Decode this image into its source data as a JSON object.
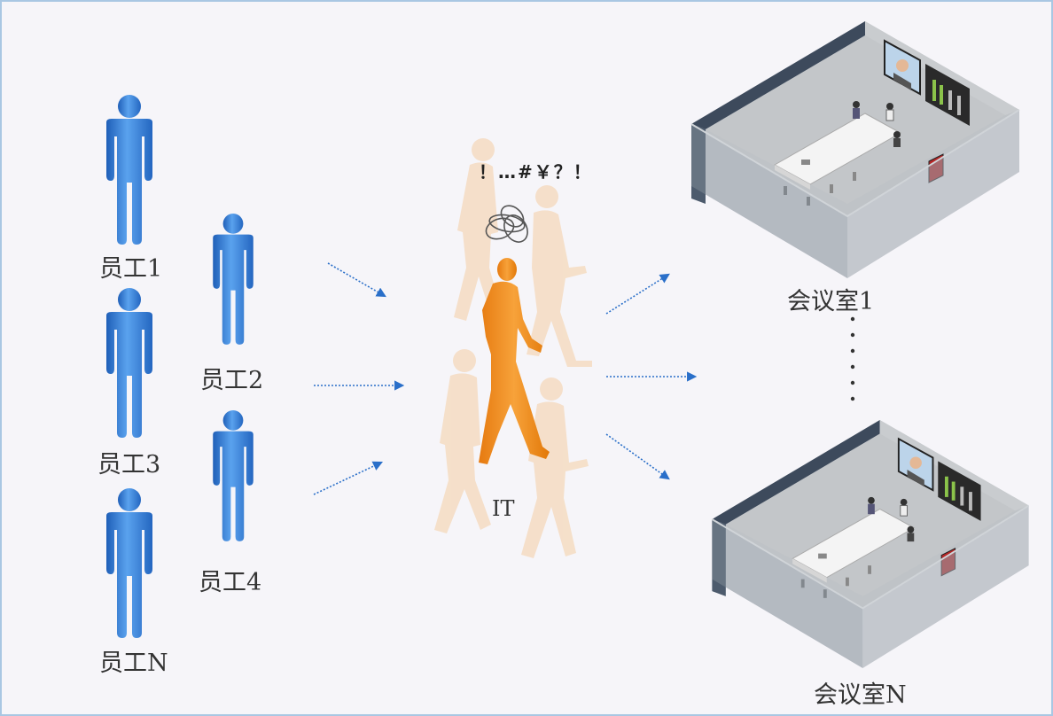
{
  "employees": [
    {
      "label": "员工1"
    },
    {
      "label": "员工2"
    },
    {
      "label": "员工3"
    },
    {
      "label": "员工4"
    },
    {
      "label": "员工N"
    }
  ],
  "it": {
    "label": "IT",
    "exclamation": "！…#￥？！"
  },
  "rooms": [
    {
      "label": "会议室1"
    },
    {
      "label": "会议室N"
    }
  ],
  "colors": {
    "person": "#3b7fd8",
    "it_person": "#f0921e",
    "ghost": "#f5d9bd",
    "arrow": "#2a6fc9",
    "border": "#a9c7e3",
    "background": "#f6f5f9"
  }
}
